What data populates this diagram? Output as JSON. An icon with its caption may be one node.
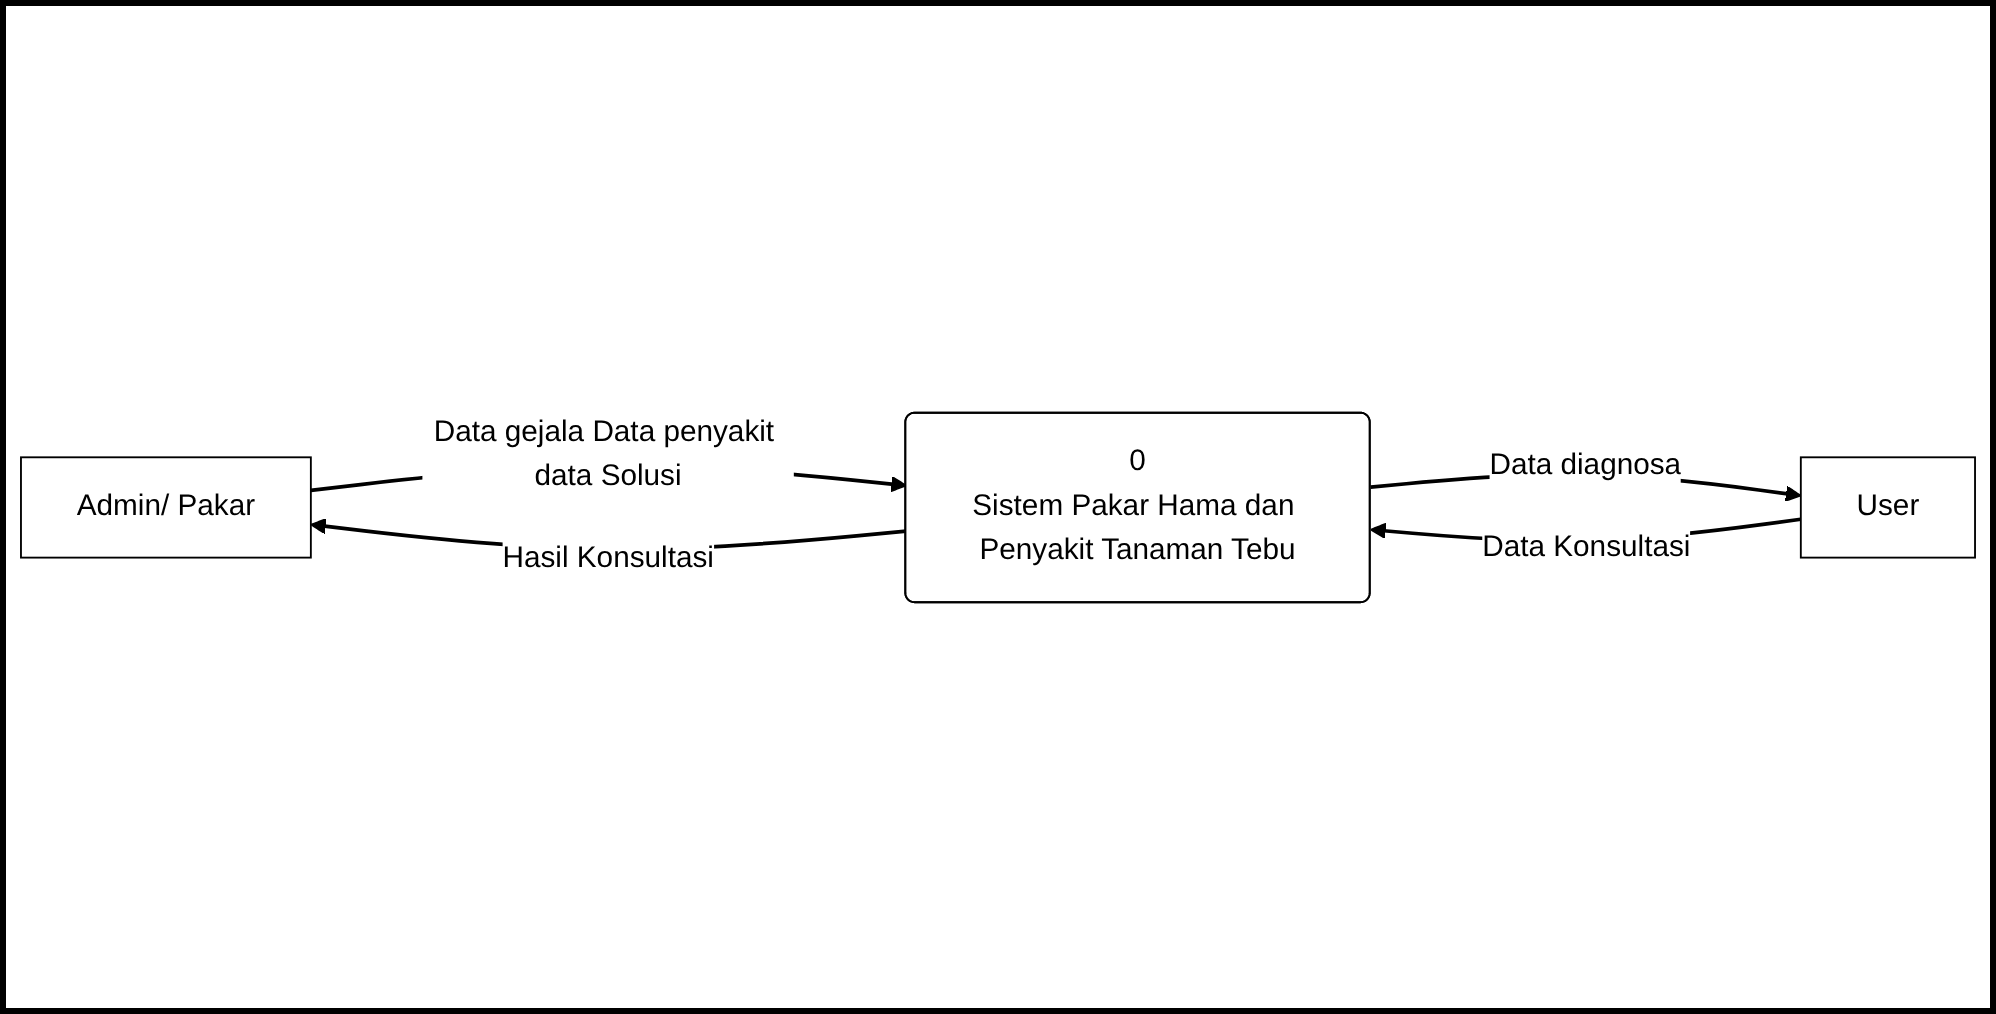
{
  "diagram": {
    "nodes": [
      {
        "text": [
          "Admin/ Pakar"
        ]
      },
      {
        "text": [
          "0",
          "Sistem Pakar Hama dan Penyakit Tanaman Tebu"
        ]
      },
      {
        "text": [
          "User"
        ]
      }
    ],
    "edges": [
      {
        "from": 0,
        "to": 1,
        "arrow": "to",
        "label": "Data gejala Data penyakit data Solusi"
      },
      {
        "from": 1,
        "to": 0,
        "arrow": "to",
        "label": "Hasil Konsultasi"
      },
      {
        "from": 2,
        "to": 1,
        "arrow": "to",
        "label": "Data Konsultasi"
      },
      {
        "from": 1,
        "to": 2,
        "arrow": "to",
        "label": "Data diagnosa"
      }
    ]
  }
}
